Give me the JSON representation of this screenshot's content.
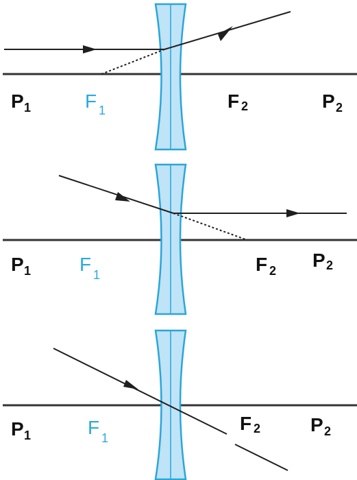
{
  "colors": {
    "lens_fill": "#bfe3f7",
    "lens_stroke": "#2aa6d8",
    "ray": "#1f1f1f",
    "axis": "#333333",
    "label_dark": "#111111",
    "label_focus_object": "#29a9e0"
  },
  "panels": [
    {
      "name": "parallel-ray",
      "labels": {
        "p1": "P",
        "p1_sub": "1",
        "f1": "F",
        "f1_sub": "1",
        "f2": "F",
        "f2_sub": "2",
        "p2": "P",
        "p2_sub": "2"
      }
    },
    {
      "name": "ray-toward-f2",
      "labels": {
        "p1": "P",
        "p1_sub": "1",
        "f1": "F",
        "f1_sub": "1",
        "f2": "F",
        "f2_sub": "2",
        "p2": "P",
        "p2_sub": "2"
      }
    },
    {
      "name": "ray-through-center",
      "labels": {
        "p1": "P",
        "p1_sub": "1",
        "f1": "F",
        "f1_sub": "1",
        "f2": "F",
        "f2_sub": "2",
        "p2": "P",
        "p2_sub": "2"
      }
    }
  ]
}
